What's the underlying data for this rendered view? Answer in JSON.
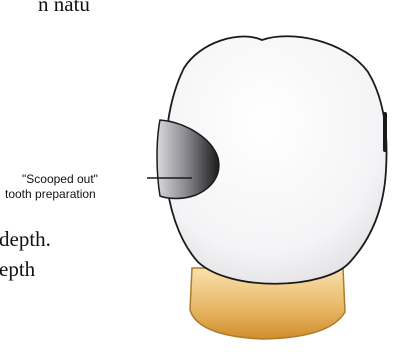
{
  "body_text": {
    "fragment_top": "n natu",
    "fragment_depth_1": "depth.",
    "fragment_depth_2": "epth"
  },
  "diagram": {
    "label_line_1": "\"Scooped out\"",
    "label_line_2": "tooth preparation",
    "colors": {
      "crown_fill": "#f7f7f9",
      "outline": "#1a1a1a",
      "preparation_dark": "#2a2a2c",
      "preparation_light": "#d8d8dc",
      "root_light": "#f7dca0",
      "root_dark": "#cf8e2c"
    }
  }
}
